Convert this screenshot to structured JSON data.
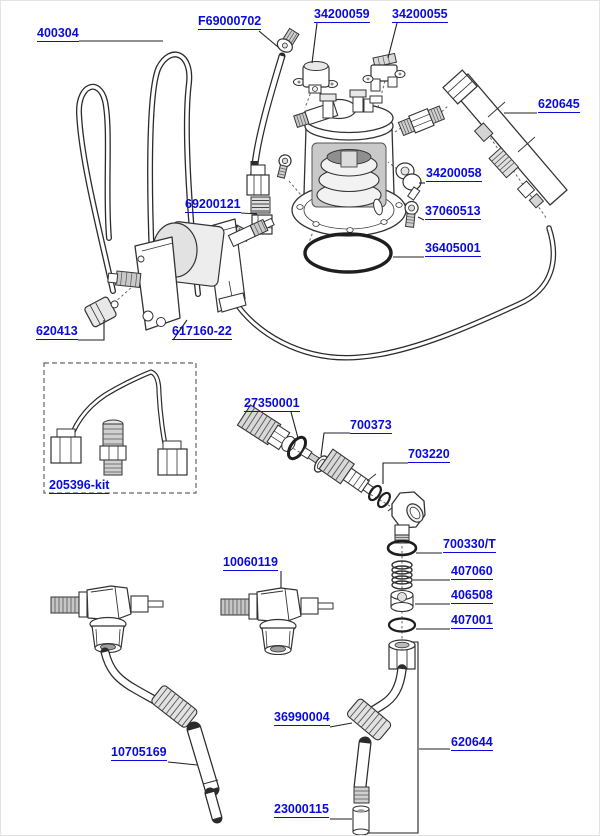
{
  "colors": {
    "label_link": "#0b0bdf",
    "line": "#2b2b2b",
    "metal_shade": "#c9c9c9"
  },
  "labels": [
    {
      "id": "400304",
      "text": "400304"
    },
    {
      "id": "F69000702",
      "text": "F69000702"
    },
    {
      "id": "34200059",
      "text": "34200059"
    },
    {
      "id": "34200055",
      "text": "34200055"
    },
    {
      "id": "620645",
      "text": "620645"
    },
    {
      "id": "34200058",
      "text": "34200058"
    },
    {
      "id": "37060513",
      "text": "37060513"
    },
    {
      "id": "36405001",
      "text": "36405001"
    },
    {
      "id": "69200121",
      "text": "69200121"
    },
    {
      "id": "620413",
      "text": "620413"
    },
    {
      "id": "617160-22",
      "text": "617160-22"
    },
    {
      "id": "205396-kit",
      "text": "205396-kit"
    },
    {
      "id": "27350001",
      "text": "27350001"
    },
    {
      "id": "700373",
      "text": "700373"
    },
    {
      "id": "703220",
      "text": "703220"
    },
    {
      "id": "700330/T",
      "text": "700330/T"
    },
    {
      "id": "407060",
      "text": "407060"
    },
    {
      "id": "406508",
      "text": "406508"
    },
    {
      "id": "407001",
      "text": "407001"
    },
    {
      "id": "10060119",
      "text": "10060119"
    },
    {
      "id": "10705169",
      "text": "10705169"
    },
    {
      "id": "36990004",
      "text": "36990004"
    },
    {
      "id": "620644",
      "text": "620644"
    },
    {
      "id": "23000115",
      "text": "23000115"
    }
  ]
}
